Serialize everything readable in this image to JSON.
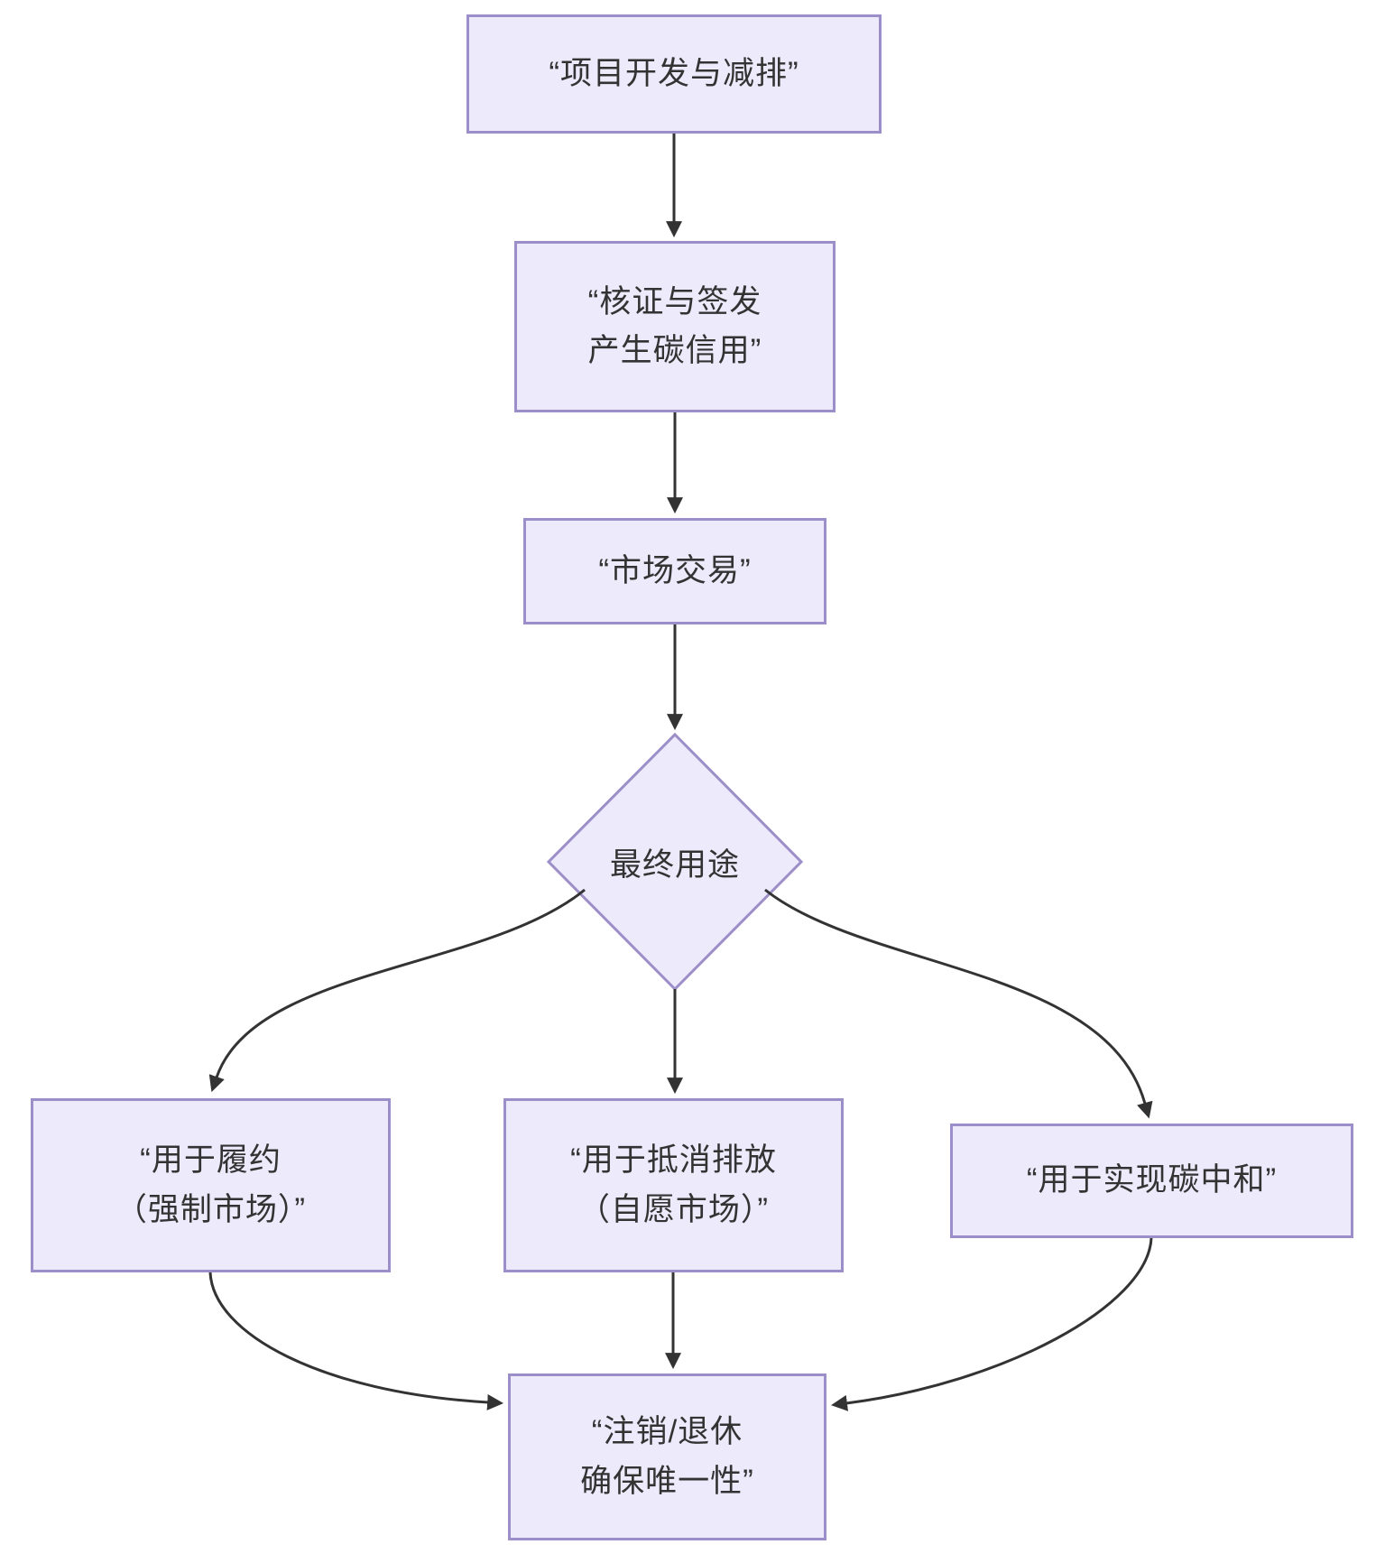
{
  "diagram": {
    "type": "flowchart",
    "direction": "top-down",
    "colors": {
      "background": "#ffffff",
      "node_fill": "#ECEAFB",
      "node_border": "#9C8EC8",
      "edge": "#333333",
      "text": "#333333"
    },
    "nodes": {
      "project": {
        "label": "“项目开发与减排”",
        "shape": "rect"
      },
      "verify": {
        "label": "“核证与签发\n产生碳信用”",
        "shape": "rect"
      },
      "market": {
        "label": "“市场交易”",
        "shape": "rect"
      },
      "decision": {
        "label": "最终用途",
        "shape": "diamond"
      },
      "compliance": {
        "label": "“用于履约\n（强制市场）”",
        "shape": "rect"
      },
      "offset": {
        "label": "“用于抵消排放\n（自愿市场）”",
        "shape": "rect"
      },
      "neutrality": {
        "label": "“用于实现碳中和”",
        "shape": "rect"
      },
      "retire": {
        "label": "“注销/退休\n确保唯一性”",
        "shape": "rect"
      }
    },
    "edges": [
      {
        "from": "project",
        "to": "verify"
      },
      {
        "from": "verify",
        "to": "market"
      },
      {
        "from": "market",
        "to": "decision"
      },
      {
        "from": "decision",
        "to": "compliance"
      },
      {
        "from": "decision",
        "to": "offset"
      },
      {
        "from": "decision",
        "to": "neutrality"
      },
      {
        "from": "compliance",
        "to": "retire"
      },
      {
        "from": "offset",
        "to": "retire"
      },
      {
        "from": "neutrality",
        "to": "retire"
      }
    ]
  }
}
